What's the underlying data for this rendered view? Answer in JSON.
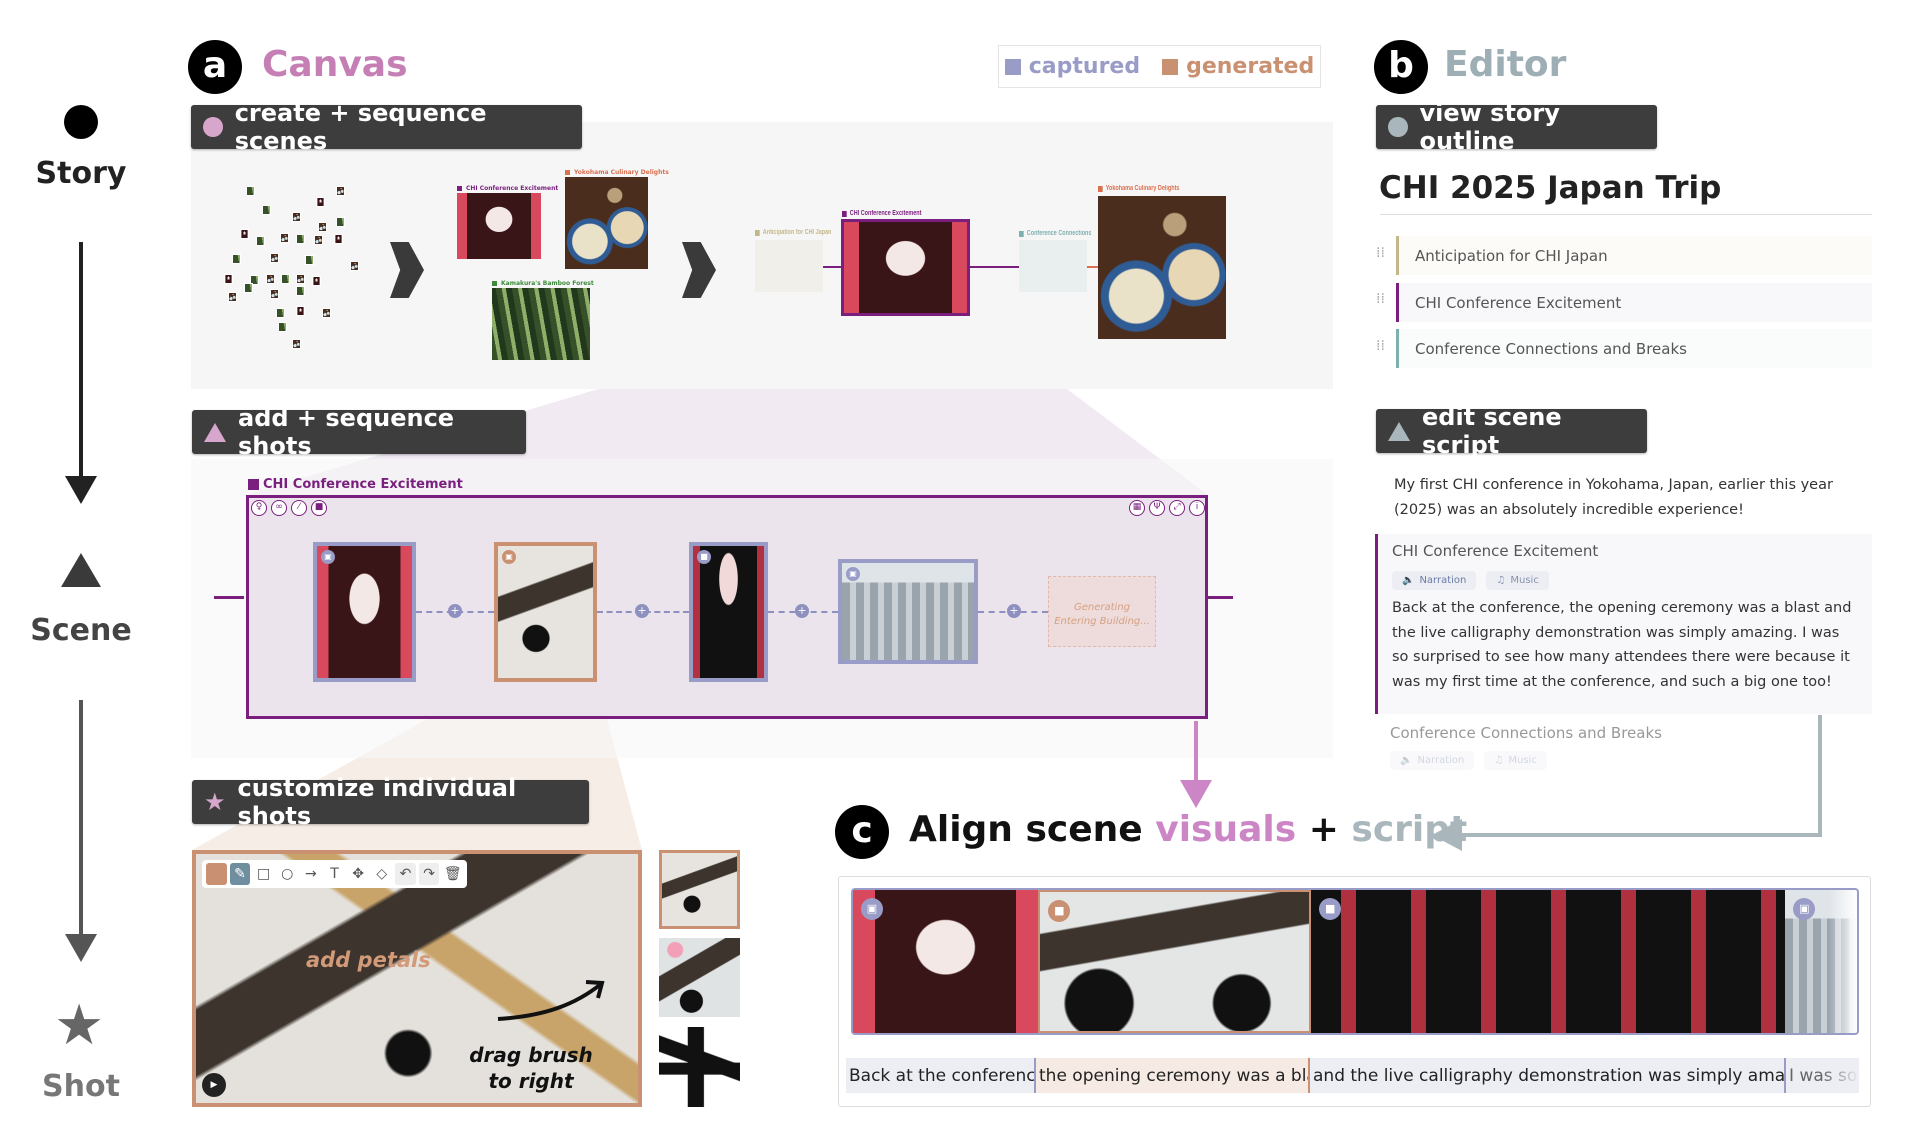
{
  "levels": {
    "story": "Story",
    "scene": "Scene",
    "shot": "Shot"
  },
  "canvas": {
    "badge": "a",
    "title": "Canvas",
    "legend": {
      "captured": "captured",
      "generated": "generated",
      "captured_color": "#9a9cc8",
      "generated_color": "#c99071"
    },
    "create_button": "create + sequence scenes",
    "add_shots_button": "add + sequence shots",
    "customize_button": "customize individual shots",
    "clusters": [
      {
        "label": "CHI Conference Excitement",
        "color": "#7a1f7e"
      },
      {
        "label": "Yokohama Culinary Delights",
        "color": "#d9704f"
      },
      {
        "label": "Kamakura's Bamboo Forest",
        "color": "#3d8a3d"
      }
    ],
    "sequence": [
      {
        "label": "Anticipation for CHI Japan",
        "color": "#c4b88a"
      },
      {
        "label": "CHI Conference Excitement",
        "color": "#7a1f7e"
      },
      {
        "label": "Conference Connections",
        "color": "#7fb0b0"
      },
      {
        "label": "Yokohama Culinary Delights",
        "color": "#d9704f"
      }
    ],
    "scene": {
      "label": "CHI Conference Excitement",
      "left_icons": [
        "lightbulb-icon",
        "link-icon",
        "magic-wand-icon",
        "video-icon"
      ],
      "right_icons": [
        "grid-icon",
        "merge-icon",
        "expand-icon",
        "info-icon"
      ],
      "shots": [
        {
          "type": "image",
          "source": "captured"
        },
        {
          "type": "image",
          "source": "generated"
        },
        {
          "type": "video",
          "source": "captured"
        },
        {
          "type": "image",
          "source": "captured"
        }
      ],
      "generating": {
        "status": "Generating",
        "name": "Entering Building..."
      }
    },
    "shot_editor": {
      "tools": [
        "color-swatch",
        "pencil-icon",
        "rectangle-icon",
        "circle-icon",
        "arrow-icon",
        "text-icon",
        "move-icon",
        "eraser-icon",
        "undo-icon",
        "redo-icon",
        "trash-icon"
      ],
      "annotation_petals": "add petals",
      "annotation_drag": "drag brush to right"
    }
  },
  "editor": {
    "badge": "b",
    "title": "Editor",
    "view_button": "view story outline",
    "story_title": "CHI 2025 Japan Trip",
    "outline": [
      {
        "label": "Anticipation for CHI Japan",
        "color": "#c4b88a"
      },
      {
        "label": "CHI Conference Excitement",
        "color": "#7a1f7e"
      },
      {
        "label": "Conference Connections and Breaks",
        "color": "#7fb0b0"
      }
    ],
    "edit_button": "edit scene script",
    "intro": "My first CHI conference in Yokohama, Japan, earlier this year (2025) was an absolutely incredible experience!",
    "scenes": [
      {
        "title": "CHI Conference Excitement",
        "narration": "Narration",
        "music": "Music",
        "script": "Back at the conference, the opening ceremony was a blast and the live calligraphy demonstration was simply amazing. I was so surprised to see how many attendees there were because it was my first time at the conference, and such a big one too!"
      },
      {
        "title": "Conference Connections and Breaks",
        "narration": "Narration",
        "music": "Music"
      }
    ]
  },
  "align": {
    "badge": "c",
    "title_prefix": "Align scene ",
    "visuals": "visuals",
    "plus": " + ",
    "script": "script",
    "segments": [
      "Back at the conference,",
      " the opening ceremony was a blast",
      " and the live calligraphy demonstration was simply amazing.",
      " I was so"
    ]
  }
}
